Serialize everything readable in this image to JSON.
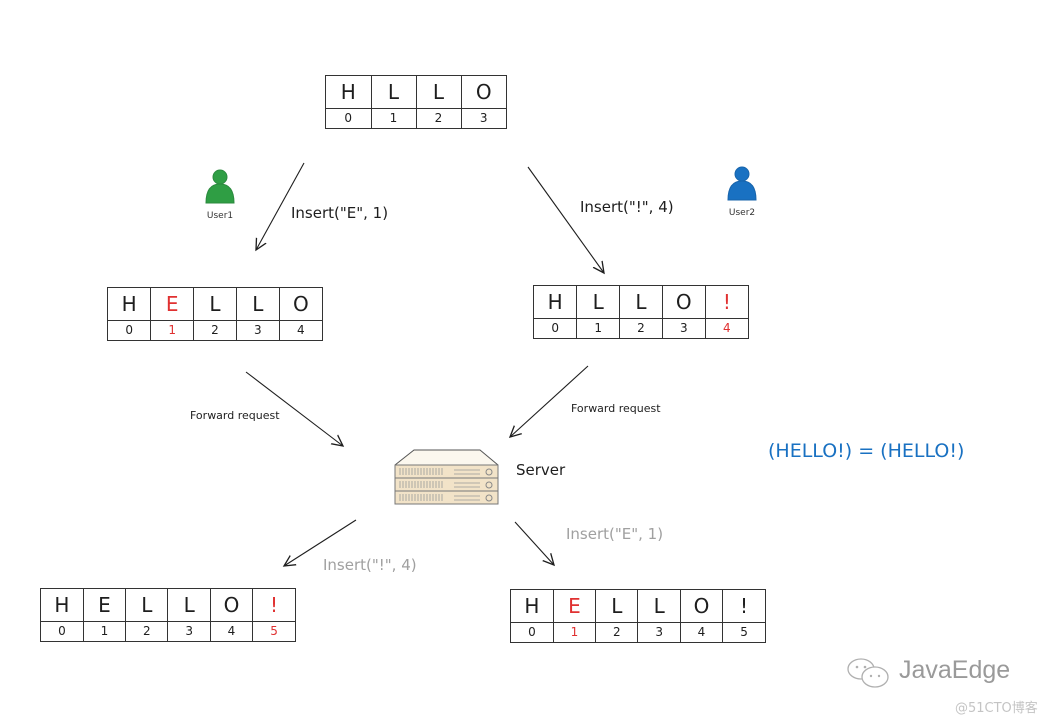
{
  "diagram": {
    "colors": {
      "stroke": "#1e1e1e",
      "highlight": "#e03131",
      "user1": "#2f9e44",
      "user2": "#1971c2",
      "faded": "#a0a0a0",
      "result": "#1971c2"
    },
    "initial_string": {
      "chars": [
        "H",
        "L",
        "L",
        "O"
      ],
      "indices": [
        "0",
        "1",
        "2",
        "3"
      ]
    },
    "user1": {
      "label": "User1",
      "icon": "person-icon",
      "operation": "Insert(\"E\", 1)",
      "result": {
        "chars": [
          "H",
          "E",
          "L",
          "L",
          "O"
        ],
        "indices": [
          "0",
          "1",
          "2",
          "3",
          "4"
        ],
        "highlight_index": 1
      },
      "forward_label": "Forward request"
    },
    "user2": {
      "label": "User2",
      "icon": "person-icon",
      "operation": "Insert(\"!\", 4)",
      "result": {
        "chars": [
          "H",
          "L",
          "L",
          "O",
          "!"
        ],
        "indices": [
          "0",
          "1",
          "2",
          "3",
          "4"
        ],
        "highlight_index": 4
      },
      "forward_label": "Forward request"
    },
    "server": {
      "label": "Server",
      "icon": "server-rack-icon"
    },
    "broadcast_left": {
      "operation": "Insert(\"!\", 4)",
      "result": {
        "chars": [
          "H",
          "E",
          "L",
          "L",
          "O",
          "!"
        ],
        "indices": [
          "0",
          "1",
          "2",
          "3",
          "4",
          "5"
        ],
        "highlight_index": 5
      }
    },
    "broadcast_right": {
      "operation": "Insert(\"E\", 1)",
      "result": {
        "chars": [
          "H",
          "E",
          "L",
          "L",
          "O",
          "!"
        ],
        "indices": [
          "0",
          "1",
          "2",
          "3",
          "4",
          "5"
        ],
        "highlight_index": 1
      }
    },
    "conclusion": "(HELLO!) = (HELLO!)"
  },
  "watermark": {
    "brand": "JavaEdge",
    "source": "@51CTO博客",
    "icon": "wechat-icon"
  }
}
